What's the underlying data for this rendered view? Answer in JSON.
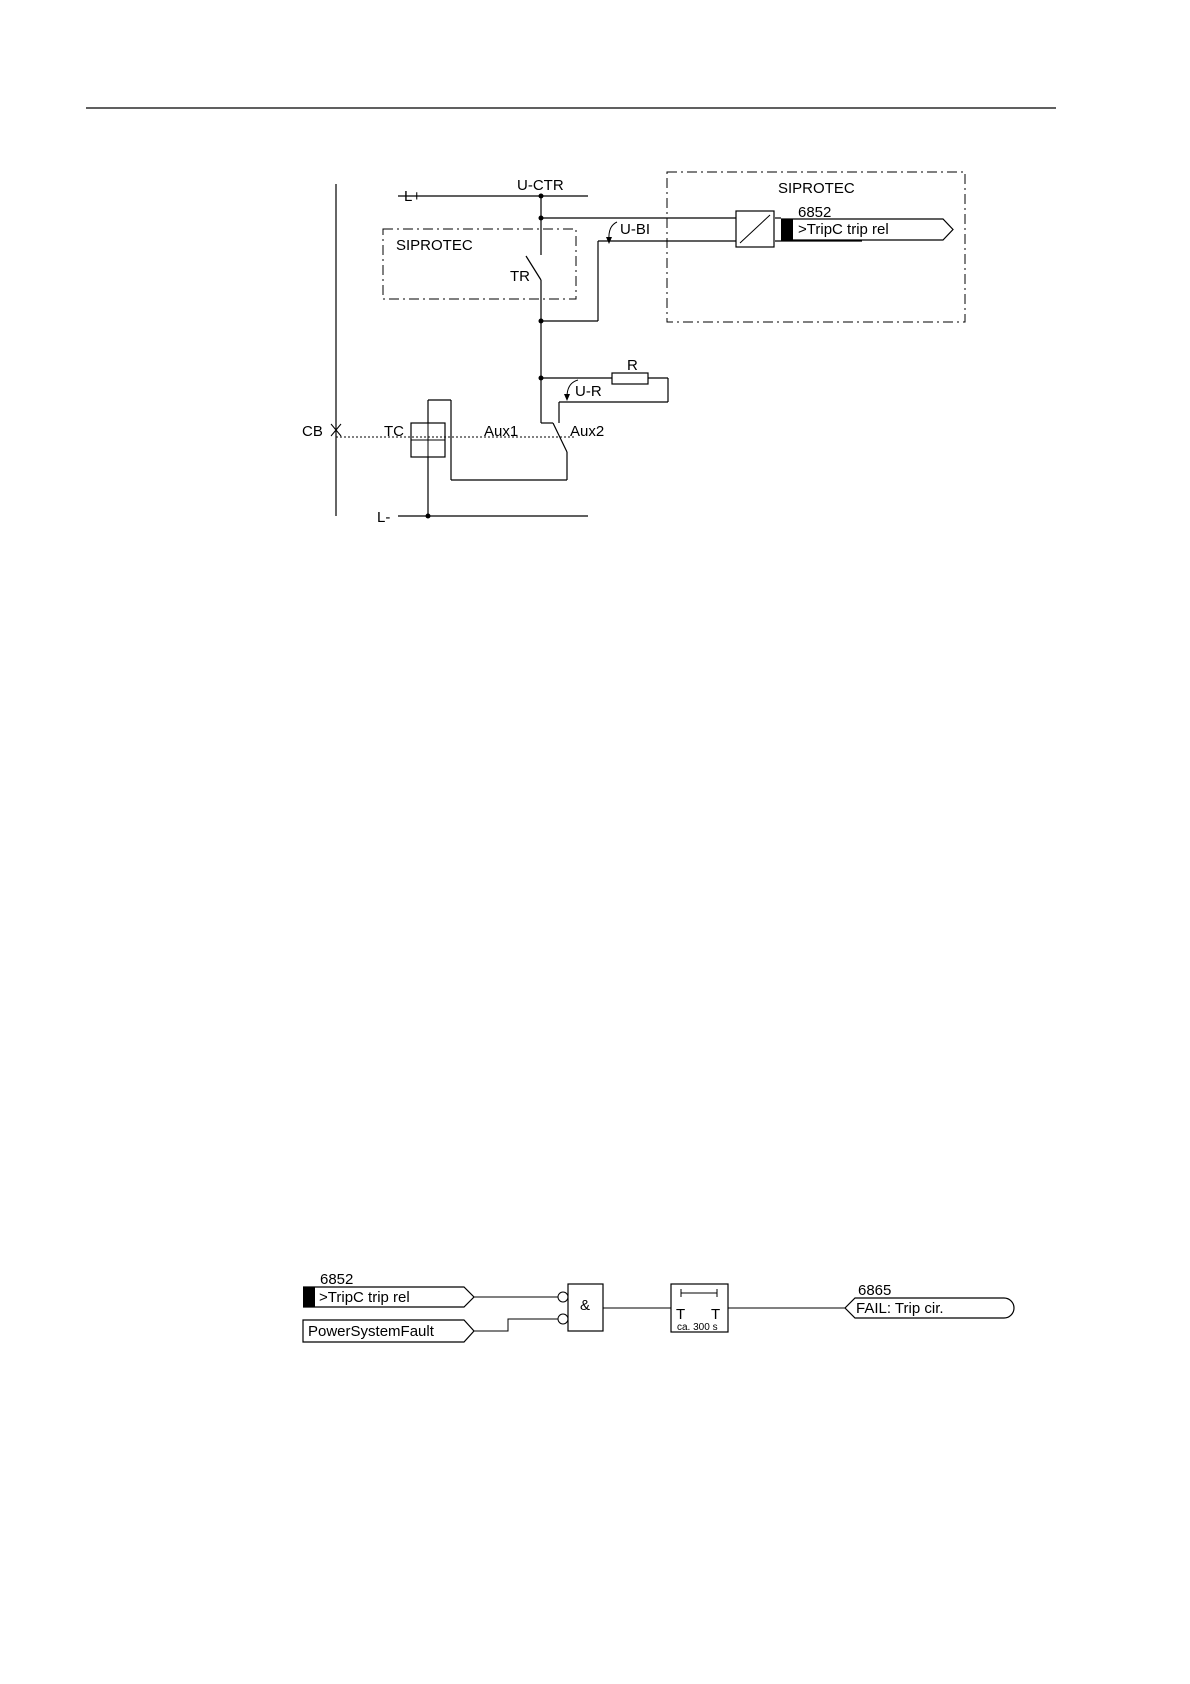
{
  "circuit": {
    "labels": {
      "l_plus": "L+",
      "l_minus": "L-",
      "u_ctr": "U-CTR",
      "u_bi": "U-BI",
      "u_r": "U-R",
      "r": "R",
      "tr": "TR",
      "cb": "CB",
      "tc": "TC",
      "aux1": "Aux1",
      "aux2": "Aux2"
    },
    "siprotec_left": "SIPROTEC",
    "siprotec_right": "SIPROTEC",
    "input_number": "6852",
    "input_label": ">TripC trip rel"
  },
  "logic": {
    "input1_number": "6852",
    "input1_label": ">TripC trip rel",
    "input2_label": "PowerSystemFault",
    "and_gate": "&",
    "timer_t1": "T",
    "timer_t2": "T",
    "timer_value": "ca. 300 s",
    "output_number": "6865",
    "output_label": "FAIL: Trip cir."
  }
}
